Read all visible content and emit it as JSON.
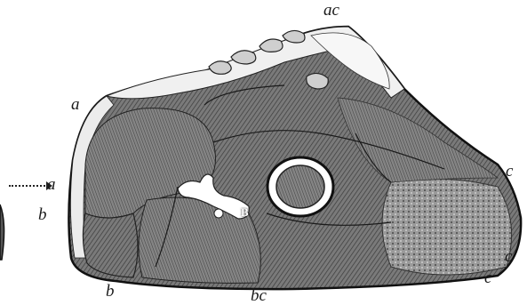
{
  "labels": {
    "ac": "ac",
    "a_upper": "a",
    "a_arrow": "a",
    "b_left": "b",
    "b_bottom": "b",
    "bc": "bc",
    "c_right_upper": "c",
    "c_right_lower": "c",
    "c_bottom": "c",
    "B": "B"
  },
  "colors": {
    "tissue": "#6e6e6e",
    "tissue_dark": "#3c3c3c",
    "outline": "#111111",
    "bone": "#ffffff",
    "fat": "#f2f2f2"
  }
}
